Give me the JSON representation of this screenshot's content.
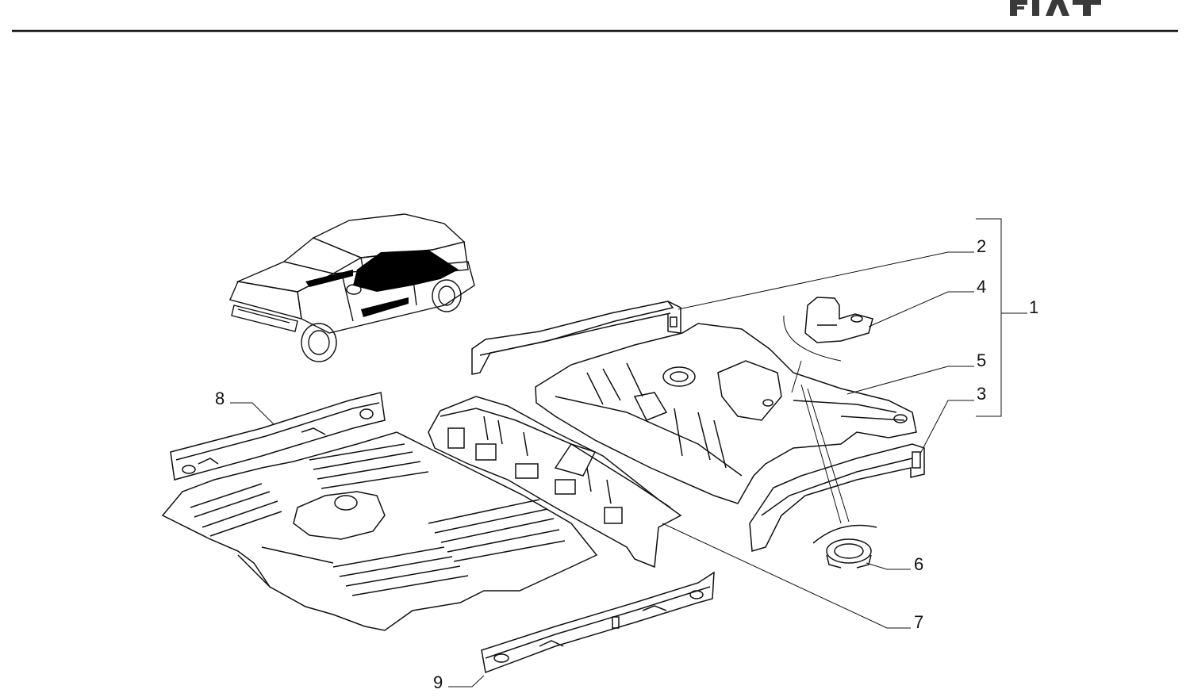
{
  "header": {
    "brand": "FIAT",
    "brand_color": "#3a3a3a"
  },
  "diagram": {
    "callouts": [
      "1",
      "2",
      "3",
      "4",
      "5",
      "6",
      "7",
      "8",
      "9"
    ]
  },
  "colors": {
    "line": "#111111",
    "background": "#ffffff",
    "highlight": "#000000"
  }
}
